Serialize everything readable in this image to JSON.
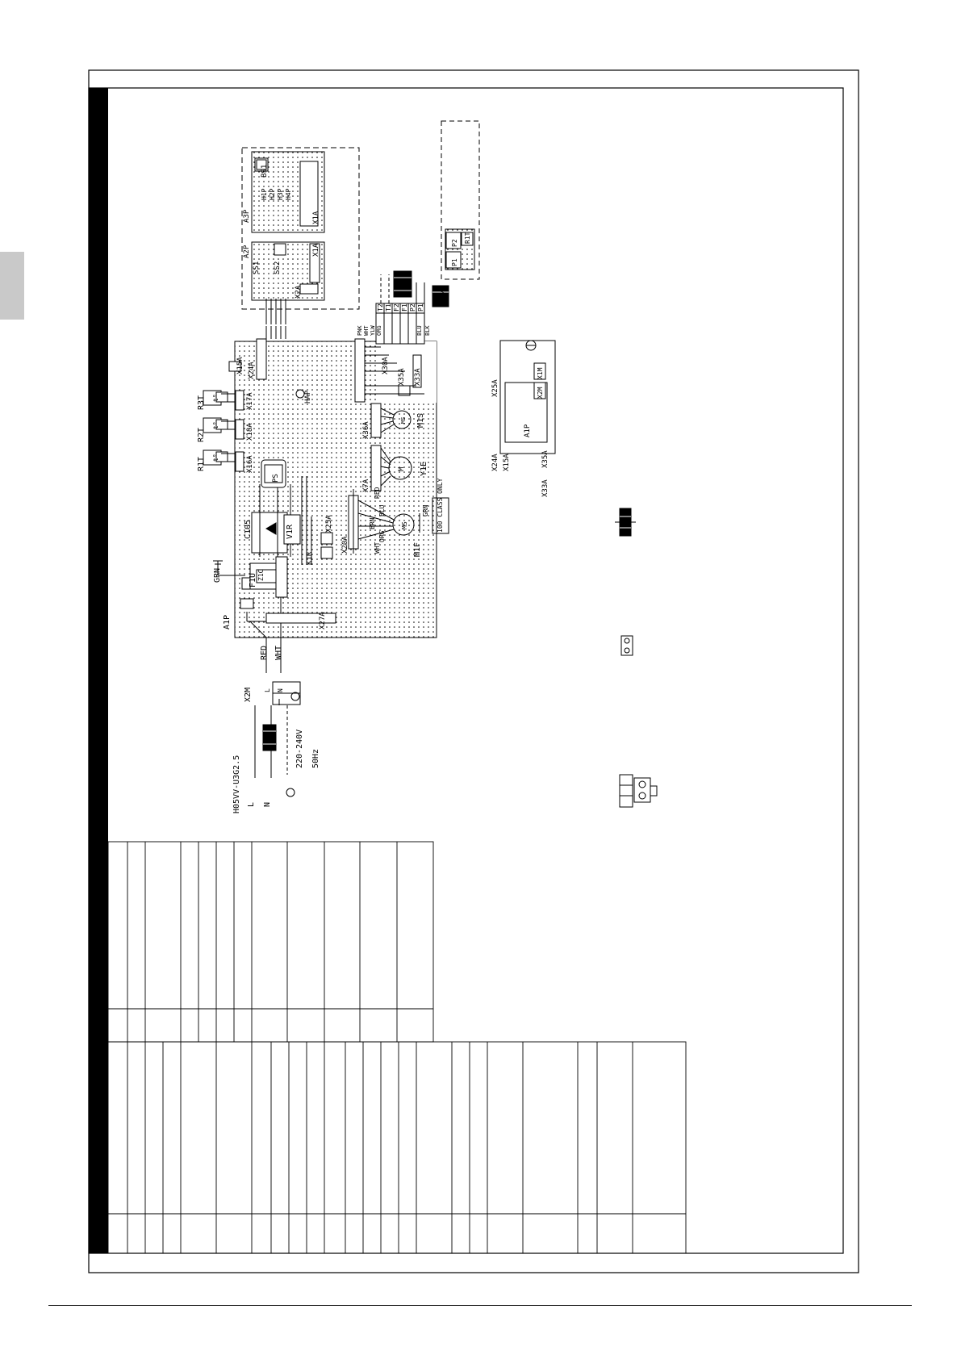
{
  "supply": {
    "cable": "H05VV-U3G2.5",
    "l": "L",
    "n": "N",
    "voltage": "220-240V",
    "tilde": "~",
    "freq": "50Hz"
  },
  "x2m": {
    "name": "X2M",
    "l": "L",
    "n": "N"
  },
  "wires": {
    "red": "RED",
    "wht": "WHT",
    "grn": "GRN"
  },
  "a1p": {
    "name": "A1P",
    "fuse": "F1U",
    "varistor": "V1R",
    "capacitor": "C105",
    "zener": "Z1C",
    "ps": "PS",
    "hap": "HAP",
    "x27a": "X27A",
    "x25a": "X25A",
    "x24a": "X24A",
    "x15a": "X15A",
    "x16a": "X16A",
    "x18a": "X18A",
    "x17a": "X17A",
    "x7a": "X7A",
    "x36a": "X36A",
    "x35a": "X35A",
    "x33a": "X33A",
    "x30a": "X30A",
    "x20a": "X20A",
    "kpr": "K1R"
  },
  "sensors": {
    "r1t": "R1T",
    "r2t": "R2T",
    "r3t": "R3T",
    "t": "t°"
  },
  "motors": {
    "y1e": "Y1E",
    "y1e_m": "M",
    "m1s": "M1S",
    "m1s_m": "MS",
    "m1f": "M1F",
    "m1f_m": "MS",
    "fan_wires": [
      "WHT",
      "ORG",
      "BRN",
      "BLU",
      "RED"
    ],
    "grn": "GRN",
    "note": "100 CLASS ONLY"
  },
  "x30a_wires": [
    "PNK",
    "WHT",
    "YLW",
    "ORG",
    "BLU",
    "BLK"
  ],
  "x30a_terms": [
    "T2",
    "T1",
    "F2",
    "F1",
    "P2",
    "P1"
  ],
  "x1m": "X1M",
  "remote": {
    "p2": "P2",
    "p1": "P1",
    "r1t": "R1T"
  },
  "a2p": {
    "name": "A2P",
    "ss1": "SS1",
    "ss2": "SS2",
    "x2a": "X2A",
    "x1a": "X1A"
  },
  "a3p": {
    "name": "A3P",
    "bs1": "BS1",
    "x1a": "X1A",
    "leds": [
      "H1P",
      "H2P",
      "H3P",
      "H4P"
    ]
  },
  "layout": {
    "x25a": "X25A",
    "a1p": "A1P",
    "x1m": "X1M",
    "x2m": "X2M",
    "x24a": "X24A",
    "x15a": "X15A",
    "x33a": "X33A",
    "x35a": "X35A"
  },
  "colors": {
    "line": "#000000",
    "tab": "#c9c9c9",
    "background": "#ffffff"
  }
}
